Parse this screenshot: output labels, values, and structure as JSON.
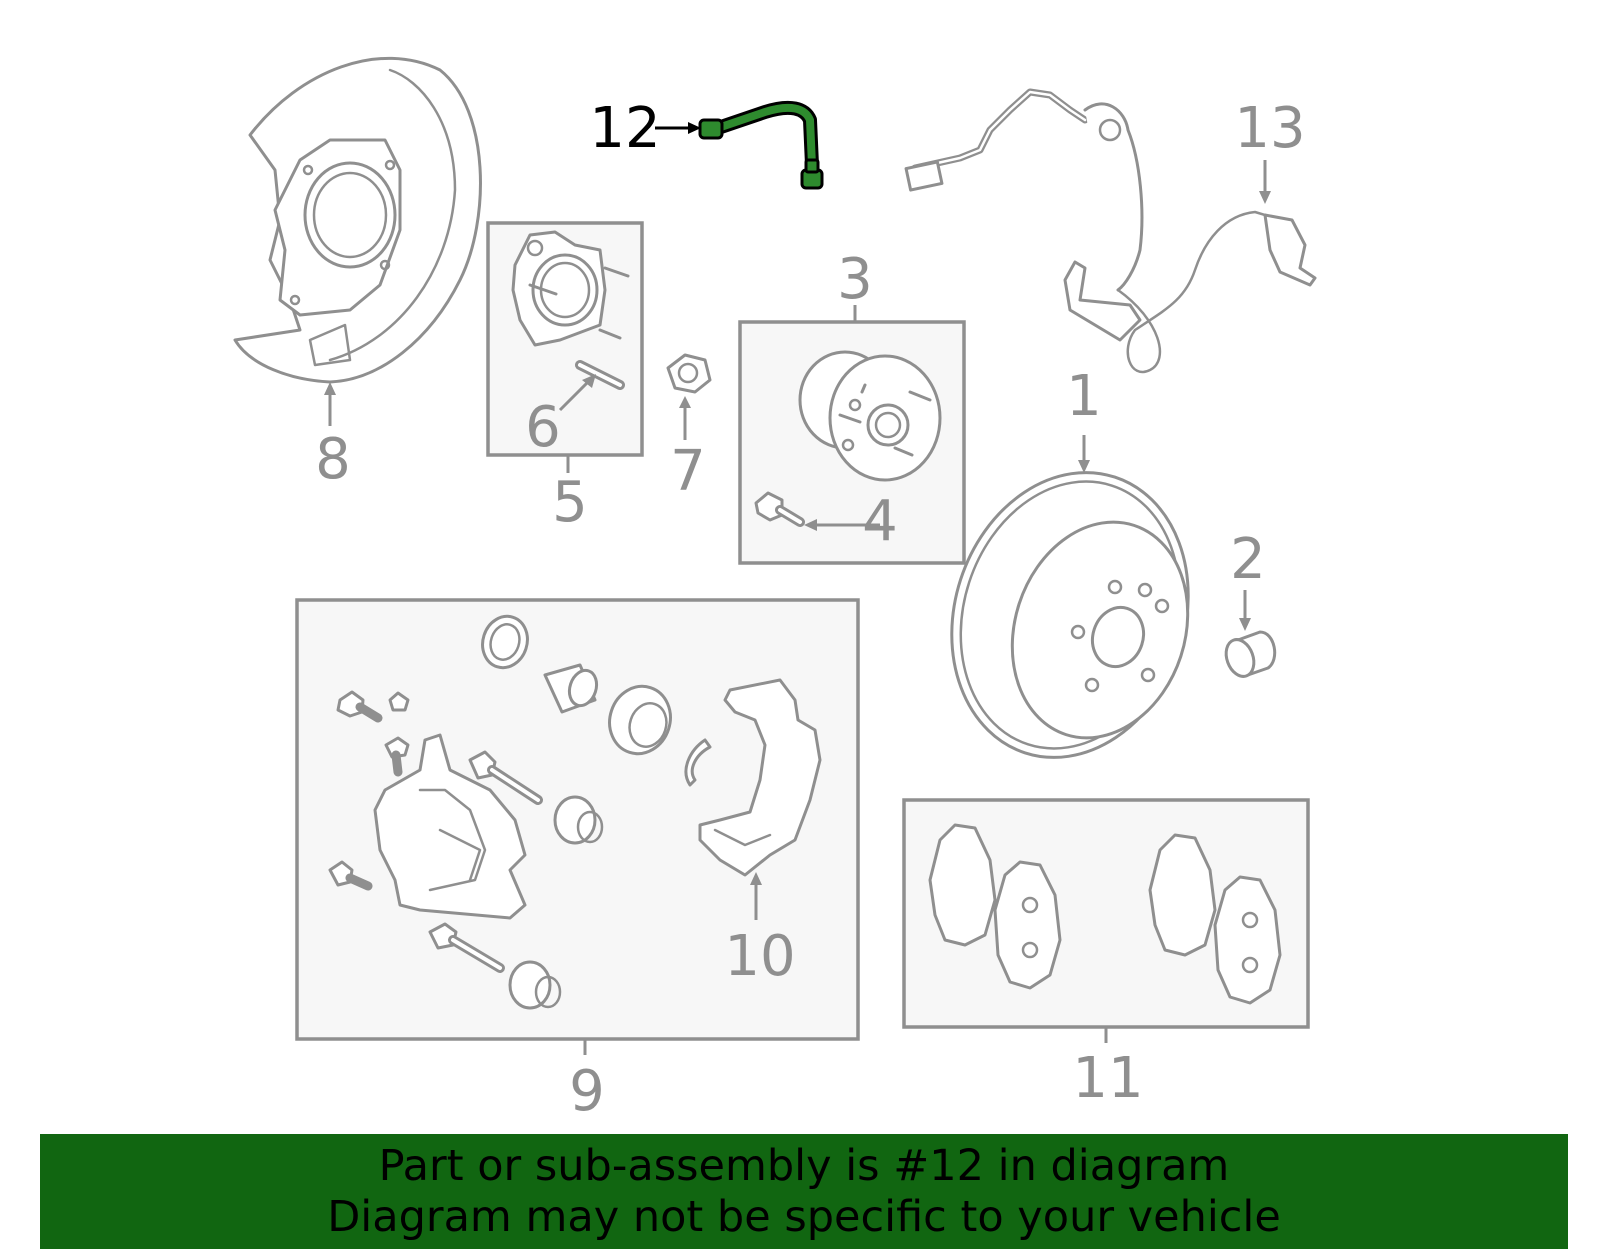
{
  "diagram": {
    "highlighted_part": "12",
    "highlight_color": "#116611",
    "callouts": [
      "1",
      "2",
      "3",
      "4",
      "5",
      "6",
      "7",
      "8",
      "9",
      "10",
      "11",
      "12",
      "13"
    ]
  },
  "banner": {
    "background_color": "#116611",
    "line1": "Part or sub-assembly is #12 in diagram",
    "line2": "Diagram may not be specific to your vehicle"
  }
}
